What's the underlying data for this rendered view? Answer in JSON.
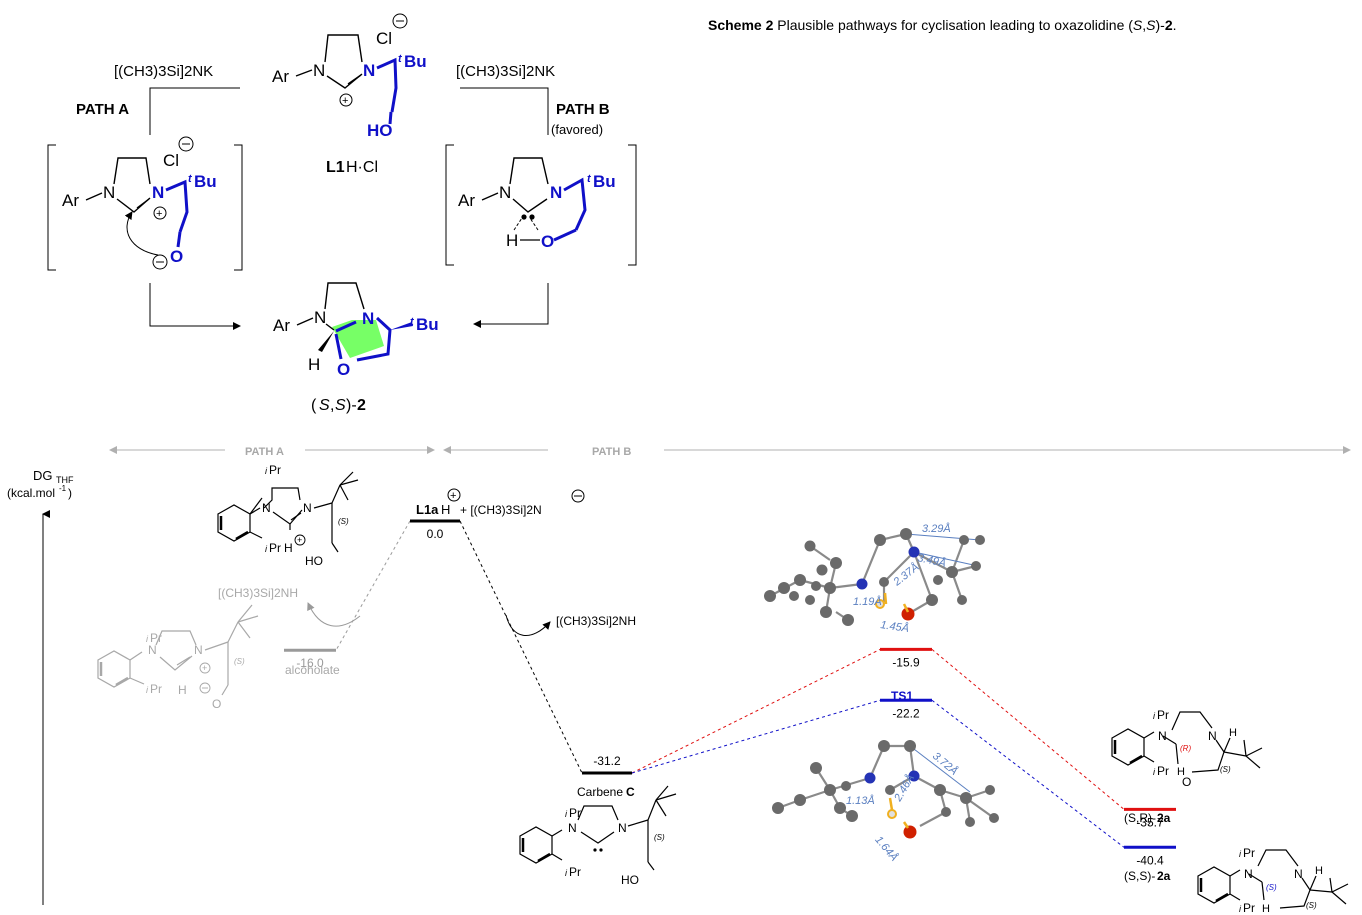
{
  "caption": {
    "label": "Scheme 2",
    "text_before": "Plausible pathways for cyclisation leading to oxazolidine (",
    "stereo_1": "S",
    "comma": ",",
    "stereo_2": "S",
    "text_mid": ")-",
    "compound": "2",
    "text_end": "."
  },
  "scheme": {
    "path_a": "PATH A",
    "path_b": "PATH B",
    "favored": "(favored)",
    "base_left": "[(CH3)3Si]2NK",
    "base_right": "[(CH3)3Si]2NK",
    "salt_bold": "L1",
    "salt_rest": "H·Cl",
    "ar": "Ar",
    "n": "N",
    "o": "O",
    "ho": "HO",
    "h": "H",
    "cl": "Cl",
    "tbu_t": "t",
    "tbu": "Bu",
    "product_stereo_a": "S",
    "product_stereo_b": "S",
    "product_bold": "2"
  },
  "diagram": {
    "band_path_a": "PATH A",
    "band_path_b": "PATH B",
    "axis_label": "DG",
    "axis_sub": "THF",
    "axis_unit": "(kcal.mol",
    "axis_unit_sup": "-1",
    "axis_unit_end": ")",
    "start_label_bold": "L1a",
    "start_label_rest": "H",
    "start_plus": "+ [(CH3)3Si]2N",
    "hmds_1": "[(CH3)3Si]2NH",
    "hmds_2": "[(CH3)3Si]2NH",
    "alcoholate_label": "alcoholate",
    "carbene_label": "Carbene",
    "carbene_bold": "C",
    "ts1_label": "TS1",
    "prod_sr_a": "(S,R)-",
    "prod_sr_b": "2a",
    "prod_ss_a": "(S,S)-",
    "prod_ss_b": "2a",
    "ipr_i": "i",
    "ipr": "Pr",
    "stereo_S": "(S)",
    "stereo_R": "(R)"
  },
  "chart_data": {
    "type": "energy_profile",
    "ylabel": "DGTHF (kcal.mol-1)",
    "levels": [
      {
        "label": "L1aH + [(CH3)3Si]2N",
        "value": 0.0,
        "display": "0.0",
        "color": "#000000"
      },
      {
        "label": "alcoholate",
        "value": -16.0,
        "display": "-16.0",
        "color": "#9a9a9a"
      },
      {
        "label": "Carbene C",
        "value": -31.2,
        "display": "-31.2",
        "color": "#000000"
      },
      {
        "label": "",
        "value": -15.9,
        "display": "-15.9",
        "color": "#e01010"
      },
      {
        "label": "TS1",
        "value": -22.2,
        "display": "-22.2",
        "color": "#1010c8"
      },
      {
        "label": "(S,R)-2a",
        "value": -35.7,
        "display": "-35.7",
        "color": "#e01010"
      },
      {
        "label": "(S,S)-2a",
        "value": -40.4,
        "display": "-40.4",
        "color": "#1010c8"
      }
    ],
    "distances_top": [
      "3.29Å",
      "3.49Å",
      "2.37Å",
      "1.19Å",
      "1.45Å"
    ],
    "distances_bottom": [
      "3.72Å",
      "2.46Å",
      "1.13Å",
      "1.64Å"
    ]
  },
  "colors": {
    "blue": "#1010c8",
    "red": "#e01010",
    "green": "#77ff66",
    "gray": "#9a9a9a",
    "measure": "#5a7fc0",
    "atom_gray": "#6a6a6a",
    "atom_blue": "#2433b5"
  }
}
